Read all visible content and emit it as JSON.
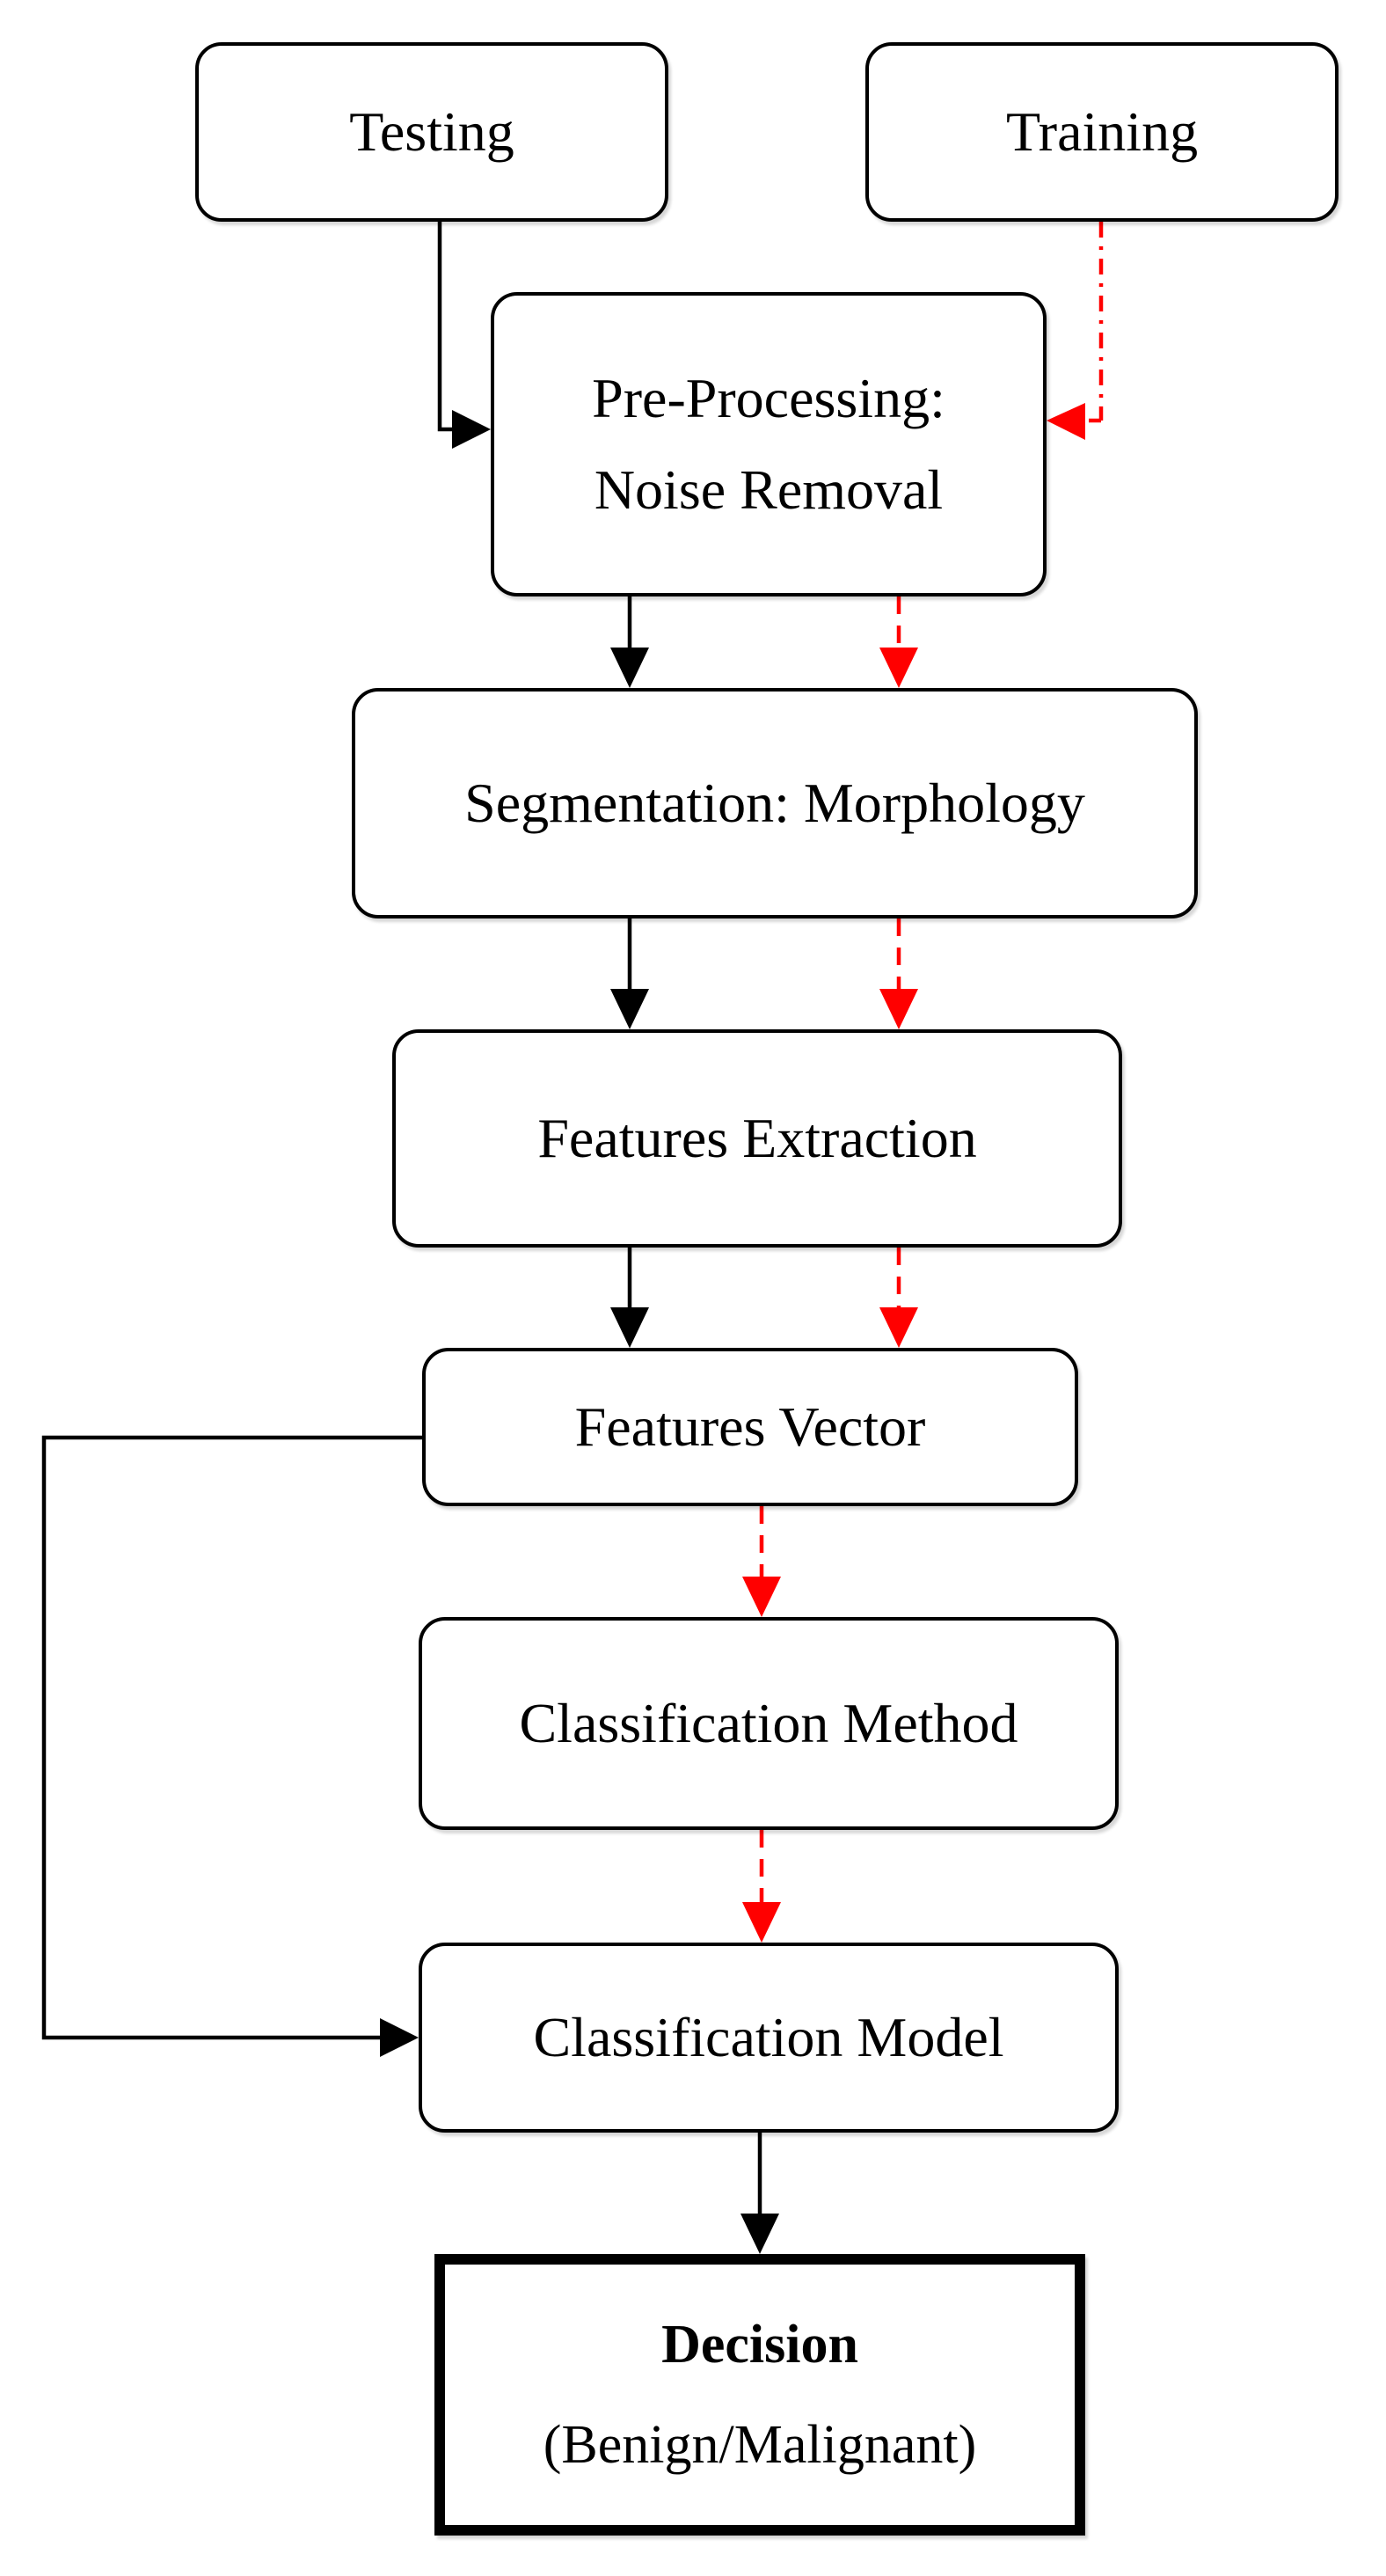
{
  "diagram": {
    "colors": {
      "page_bg": "#ffffff",
      "box_fill": "#ffffff",
      "box_border": "#000000",
      "text": "#000000",
      "line_black": "#000000",
      "arrow_red": "#ff0000"
    },
    "nodes": {
      "testing": {
        "label": "Testing"
      },
      "training": {
        "label": "Training"
      },
      "preprocessing": {
        "line1": "Pre-Processing:",
        "line2": "Noise Removal"
      },
      "segmentation": {
        "label": "Segmentation: Morphology"
      },
      "features_extraction": {
        "label": "Features Extraction"
      },
      "features_vector": {
        "label": "Features Vector"
      },
      "classification_method": {
        "label": "Classification Method"
      },
      "classification_model": {
        "label": "Classification Model"
      },
      "decision": {
        "title": "Decision",
        "subtitle": "(Benign/Malignant)"
      }
    },
    "edges": [
      {
        "from": "Testing",
        "to": "Pre-Processing: Noise Removal",
        "color": "#000000",
        "style": "solid"
      },
      {
        "from": "Training",
        "to": "Pre-Processing: Noise Removal",
        "color": "#ff0000",
        "style": "dash-dot"
      },
      {
        "from": "Pre-Processing: Noise Removal",
        "to": "Segmentation: Morphology",
        "color": "#000000",
        "style": "solid"
      },
      {
        "from": "Pre-Processing: Noise Removal",
        "to": "Segmentation: Morphology",
        "color": "#ff0000",
        "style": "dashed"
      },
      {
        "from": "Segmentation: Morphology",
        "to": "Features Extraction",
        "color": "#000000",
        "style": "solid"
      },
      {
        "from": "Segmentation: Morphology",
        "to": "Features Extraction",
        "color": "#ff0000",
        "style": "dashed"
      },
      {
        "from": "Features Extraction",
        "to": "Features Vector",
        "color": "#000000",
        "style": "solid"
      },
      {
        "from": "Features Extraction",
        "to": "Features Vector",
        "color": "#ff0000",
        "style": "dashed"
      },
      {
        "from": "Features Vector",
        "to": "Classification Method",
        "color": "#ff0000",
        "style": "dashed"
      },
      {
        "from": "Classification Method",
        "to": "Classification Model",
        "color": "#ff0000",
        "style": "dashed"
      },
      {
        "from": "Features Vector",
        "to": "Classification Model",
        "color": "#000000",
        "style": "solid"
      },
      {
        "from": "Classification Model",
        "to": "Decision (Benign/Malignant)",
        "color": "#000000",
        "style": "solid"
      }
    ]
  }
}
